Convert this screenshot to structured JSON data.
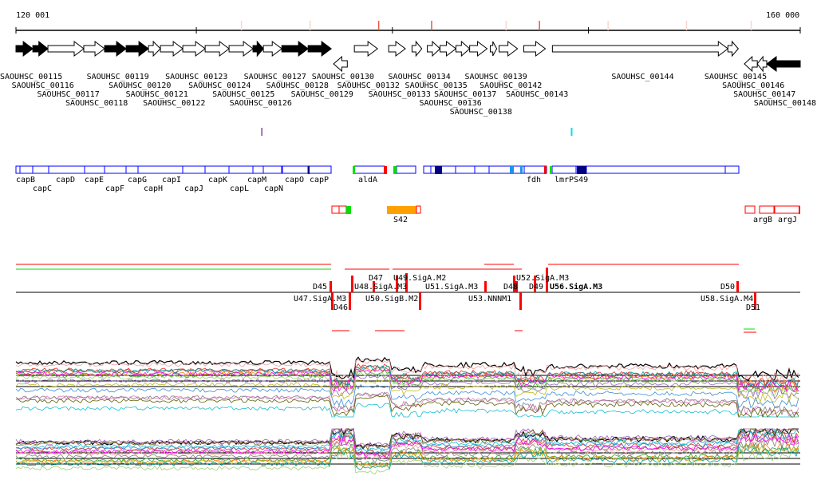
{
  "ruler": {
    "start_label": "120 001",
    "end_label": "160 000",
    "start": 120001,
    "end": 160000,
    "tick_marks": [
      129200,
      139200,
      149200
    ],
    "highlights": [
      {
        "pos": 131500,
        "color": "#f8d8cc"
      },
      {
        "pos": 135000,
        "color": "#f8d8cc"
      },
      {
        "pos": 138500,
        "color": "#e85a3c"
      },
      {
        "pos": 141200,
        "color": "#e85a3c"
      },
      {
        "pos": 145000,
        "color": "#f8d8cc"
      },
      {
        "pos": 146700,
        "color": "#e85a3c"
      },
      {
        "pos": 150200,
        "color": "#f8d8cc"
      },
      {
        "pos": 154200,
        "color": "#f8d8cc"
      },
      {
        "pos": 157500,
        "color": "#f8d8cc"
      }
    ]
  },
  "genes": [
    {
      "name": "SAOUHSC_00115",
      "start": 120001,
      "end": 120860,
      "strand": "+",
      "filled": true
    },
    {
      "name": "SAOUHSC_00116",
      "start": 120860,
      "end": 121630,
      "strand": "+",
      "filled": true
    },
    {
      "name": "SAOUHSC_00117",
      "start": 121630,
      "end": 123460,
      "strand": "+",
      "filled": false
    },
    {
      "name": "SAOUHSC_00118",
      "start": 123460,
      "end": 124520,
      "strand": "+",
      "filled": false
    },
    {
      "name": "SAOUHSC_00119",
      "start": 124520,
      "end": 125620,
      "strand": "+",
      "filled": true
    },
    {
      "name": "SAOUHSC_00120",
      "start": 125620,
      "end": 126760,
      "strand": "+",
      "filled": true
    },
    {
      "name": "SAOUHSC_00121",
      "start": 126760,
      "end": 127370,
      "strand": "+",
      "filled": false
    },
    {
      "name": "SAOUHSC_00122",
      "start": 127370,
      "end": 128510,
      "strand": "+",
      "filled": false
    },
    {
      "name": "SAOUHSC_00123",
      "start": 128510,
      "end": 129650,
      "strand": "+",
      "filled": false
    },
    {
      "name": "SAOUHSC_00124",
      "start": 129650,
      "end": 130870,
      "strand": "+",
      "filled": false
    },
    {
      "name": "SAOUHSC_00125",
      "start": 130870,
      "end": 132090,
      "strand": "+",
      "filled": false
    },
    {
      "name": "SAOUHSC_00126",
      "start": 132090,
      "end": 132620,
      "strand": "+",
      "filled": true
    },
    {
      "name": "SAOUHSC_00127",
      "start": 132620,
      "end": 133560,
      "strand": "+",
      "filled": false
    },
    {
      "name": "SAOUHSC_00128",
      "start": 133560,
      "end": 134900,
      "strand": "+",
      "filled": true
    },
    {
      "name": "SAOUHSC_00129",
      "start": 134900,
      "end": 136080,
      "strand": "+",
      "filled": true
    },
    {
      "name": "SAOUHSC_00130",
      "start": 136200,
      "end": 136900,
      "strand": "-",
      "filled": false
    },
    {
      "name": "SAOUHSC_00132",
      "start": 137260,
      "end": 138440,
      "strand": "+",
      "filled": false
    },
    {
      "name": "SAOUHSC_00133",
      "start": 139010,
      "end": 139860,
      "strand": "+",
      "filled": false
    },
    {
      "name": "SAOUHSC_00134",
      "start": 140200,
      "end": 140700,
      "strand": "+",
      "filled": false
    },
    {
      "name": "SAOUHSC_00135",
      "start": 140980,
      "end": 141630,
      "strand": "+",
      "filled": false
    },
    {
      "name": "SAOUHSC_00136",
      "start": 141630,
      "end": 142440,
      "strand": "+",
      "filled": false
    },
    {
      "name": "SAOUHSC_00137",
      "start": 142440,
      "end": 143140,
      "strand": "+",
      "filled": false
    },
    {
      "name": "SAOUHSC_00138",
      "start": 143140,
      "end": 144030,
      "strand": "+",
      "filled": false
    },
    {
      "name": "SAOUHSC_00139",
      "start": 144190,
      "end": 144520,
      "strand": "+",
      "filled": false
    },
    {
      "name": "SAOUHSC_00142",
      "start": 144640,
      "end": 145580,
      "strand": "+",
      "filled": false
    },
    {
      "name": "SAOUHSC_00143",
      "start": 145900,
      "end": 147000,
      "strand": "+",
      "filled": false
    },
    {
      "name": "SAOUHSC_00144",
      "start": 147360,
      "end": 156310,
      "strand": "+",
      "filled": false
    },
    {
      "name": "SAOUHSC_00145",
      "start": 156310,
      "end": 156840,
      "strand": "+",
      "filled": false
    },
    {
      "name": "SAOUHSC_00146",
      "start": 157150,
      "end": 157810,
      "strand": "-",
      "filled": false
    },
    {
      "name": "SAOUHSC_00147",
      "start": 157810,
      "end": 158290,
      "strand": "-",
      "filled": false
    },
    {
      "name": "SAOUHSC_00148",
      "start": 158290,
      "end": 160000,
      "strand": "-",
      "filled": true
    }
  ],
  "markers": [
    {
      "pos": 132500,
      "color": "#a070c0"
    },
    {
      "pos": 148300,
      "color": "#00e0f0"
    }
  ],
  "operons": {
    "labels": [
      "capB",
      "capC",
      "capD",
      "capE",
      "capF",
      "capG",
      "capH",
      "capI",
      "capJ",
      "capK",
      "capL",
      "capM",
      "capN",
      "capO",
      "capP",
      "aldA",
      "fdh",
      "lmrPS49"
    ]
  },
  "terminators": {
    "labels": [
      "S42",
      "argB",
      "argJ"
    ],
    "orange": "#ffa000"
  },
  "transcripts": {
    "upper": [
      "D45",
      "U48.SigA.M3",
      "D47",
      "U49.SigA.M2",
      "U51.SigA.M3",
      "D48",
      "U52.SigA.M3",
      "D49",
      "U56.SigA.M3",
      "D50"
    ],
    "lower": [
      "D46",
      "U47.SigA.M3",
      "U50.SigB.M2",
      "U53.NNNM1",
      "D51",
      "U58.SigA.M4"
    ]
  },
  "expression": {
    "colors": [
      "#000000",
      "#e0302c",
      "#3a8fd8",
      "#2ca02c",
      "#ff7f0e",
      "#9467bd",
      "#8c564b",
      "#e377c2",
      "#7f7f7f",
      "#bcbd22",
      "#17becf",
      "#f0a0a0",
      "#a0d070",
      "#ff00ff",
      "#606000",
      "#00a0a0"
    ]
  }
}
